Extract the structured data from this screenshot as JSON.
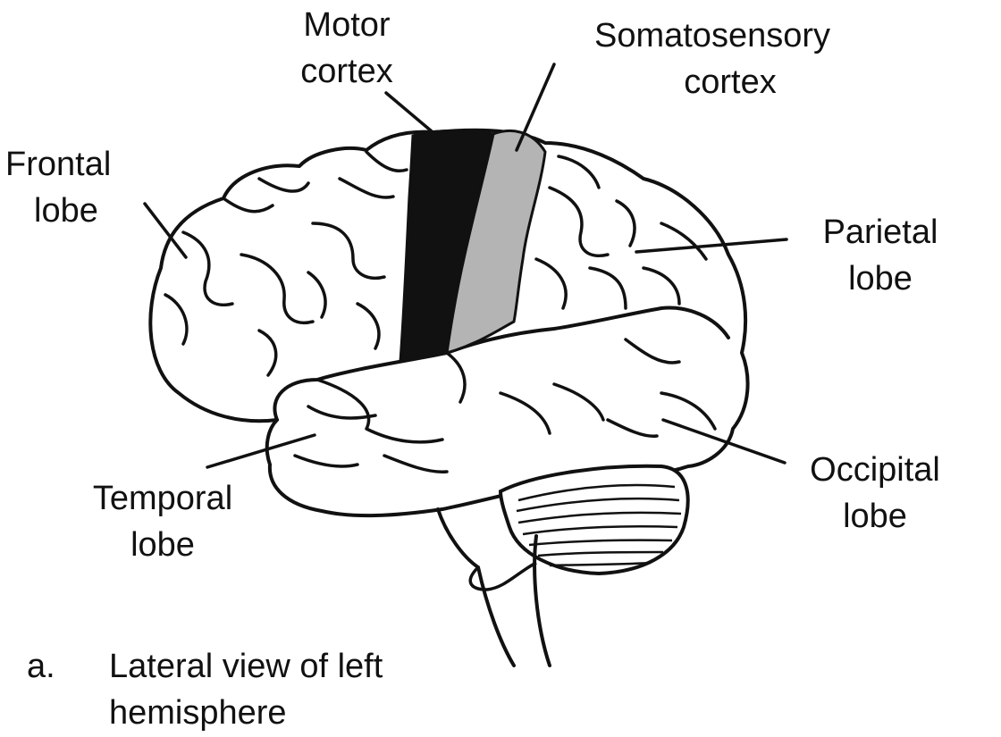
{
  "labels": {
    "motor": [
      "Motor",
      "cortex"
    ],
    "somatosensory": [
      "Somatosensory",
      "cortex"
    ],
    "frontal": [
      "Frontal",
      "lobe"
    ],
    "parietal": [
      "Parietal",
      "lobe"
    ],
    "temporal": [
      "Temporal",
      "lobe"
    ],
    "occipital": [
      "Occipital",
      "lobe"
    ]
  },
  "caption": {
    "marker": "a.",
    "line1": "Lateral view of left",
    "line2": "hemisphere"
  },
  "colors": {
    "outline": "#111111",
    "motor_fill": "#111111",
    "somatosensory_fill": "#b4b4b4",
    "brain_fill": "#ffffff"
  }
}
